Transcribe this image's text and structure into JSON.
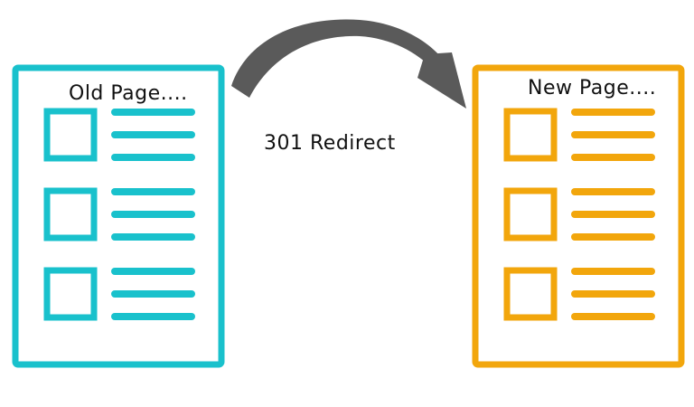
{
  "old_page": {
    "title": "Old Page....",
    "color": "#19c1cc",
    "rows": 3
  },
  "new_page": {
    "title": "New Page....",
    "color": "#f2a60c",
    "rows": 3
  },
  "arrow": {
    "label": "301 Redirect",
    "color": "#5a5a5a",
    "direction": "old-to-new"
  }
}
